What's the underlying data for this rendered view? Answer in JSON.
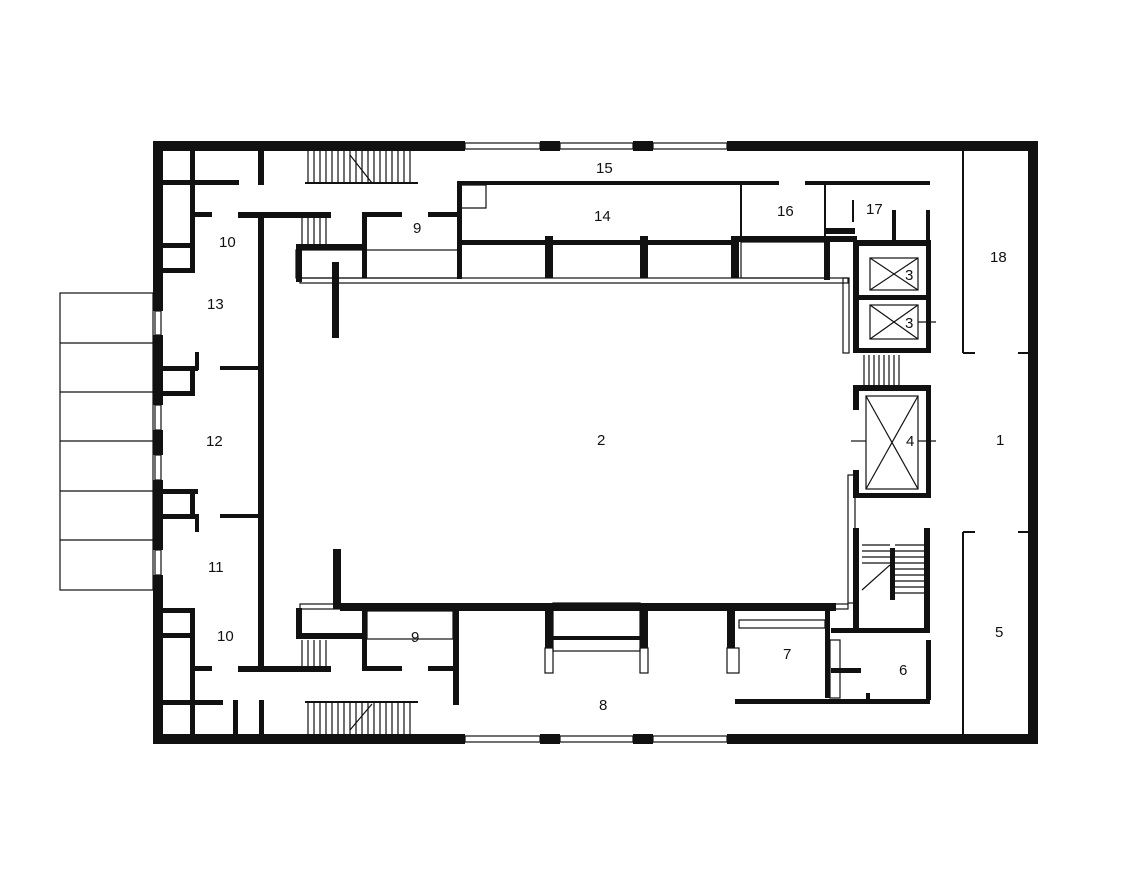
{
  "rooms": {
    "r1": "1",
    "r2": "2",
    "r3a": "3",
    "r3b": "3",
    "r4": "4",
    "r5": "5",
    "r6": "6",
    "r7": "7",
    "r8": "8",
    "r9a": "9",
    "r9b": "9",
    "r10a": "10",
    "r10b": "10",
    "r11": "11",
    "r12": "12",
    "r13": "13",
    "r14": "14",
    "r15": "15",
    "r16": "16",
    "r17": "17",
    "r18": "18"
  },
  "colors": {
    "ink": "#111111",
    "paper": "#ffffff"
  }
}
